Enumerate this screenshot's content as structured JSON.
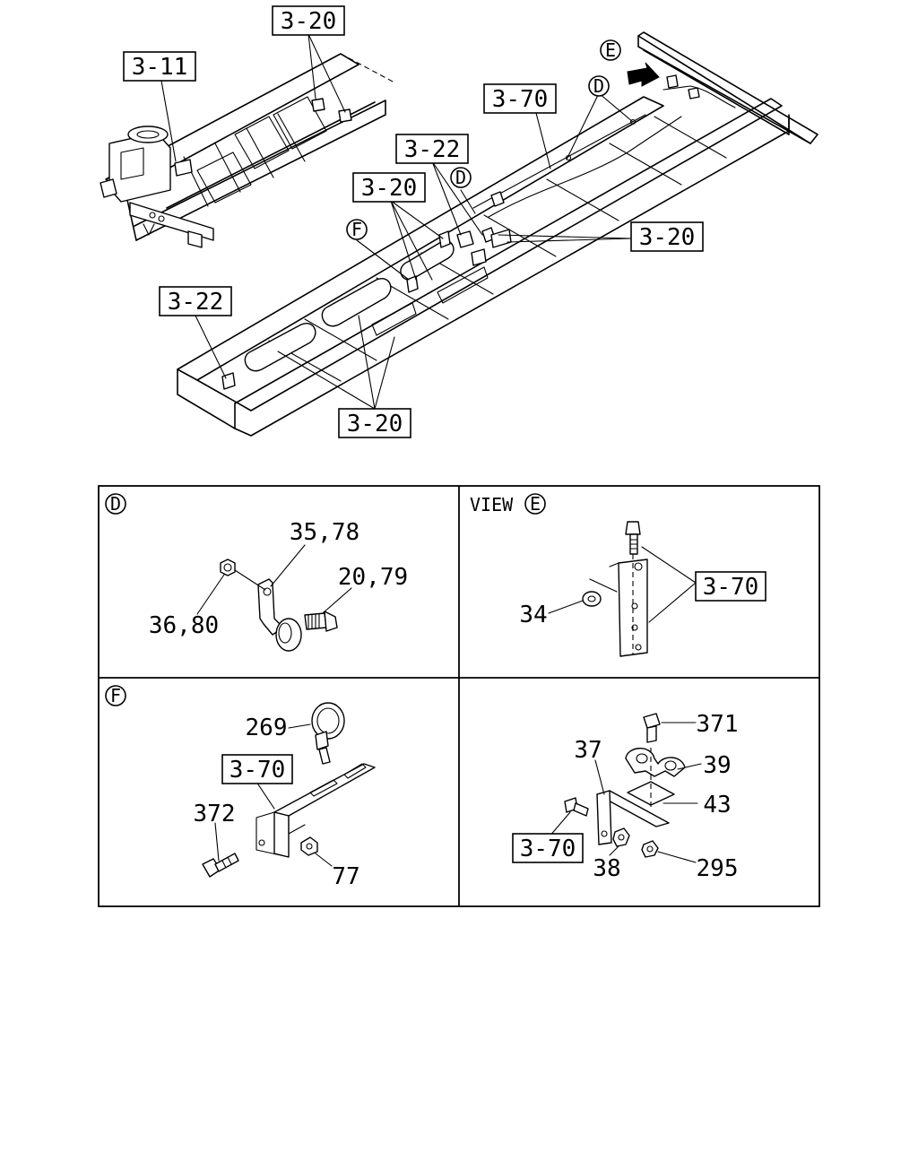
{
  "callouts_overview": {
    "top_left": "3-11",
    "top_center": "3-20",
    "frame_mid": "3-70",
    "left_cluster": "3-20",
    "center_cluster": "3-22",
    "right_cluster": "3-20",
    "left_lower": "3-22",
    "bottom": "3-20"
  },
  "view_markers": {
    "e_top": "E",
    "d_top": "D",
    "d_mid": "D",
    "f_mid": "F"
  },
  "panel_d": {
    "marker": "D",
    "label_clamp": "35,78",
    "label_bolt": "20,79",
    "label_nut": "36,80"
  },
  "panel_e": {
    "view_word": "VIEW",
    "marker": "E",
    "label_ref": "3-70",
    "label_nut": "34"
  },
  "panel_f": {
    "marker": "F",
    "label_clamp": "269",
    "label_ref": "3-70",
    "label_bolt": "372",
    "label_nut": "77"
  },
  "panel_g": {
    "label_bolt_top": "371",
    "label_bracket": "37",
    "label_clip": "39",
    "label_plate": "43",
    "label_ref": "3-70",
    "label_nut_left": "38",
    "label_nut_right": "295"
  }
}
